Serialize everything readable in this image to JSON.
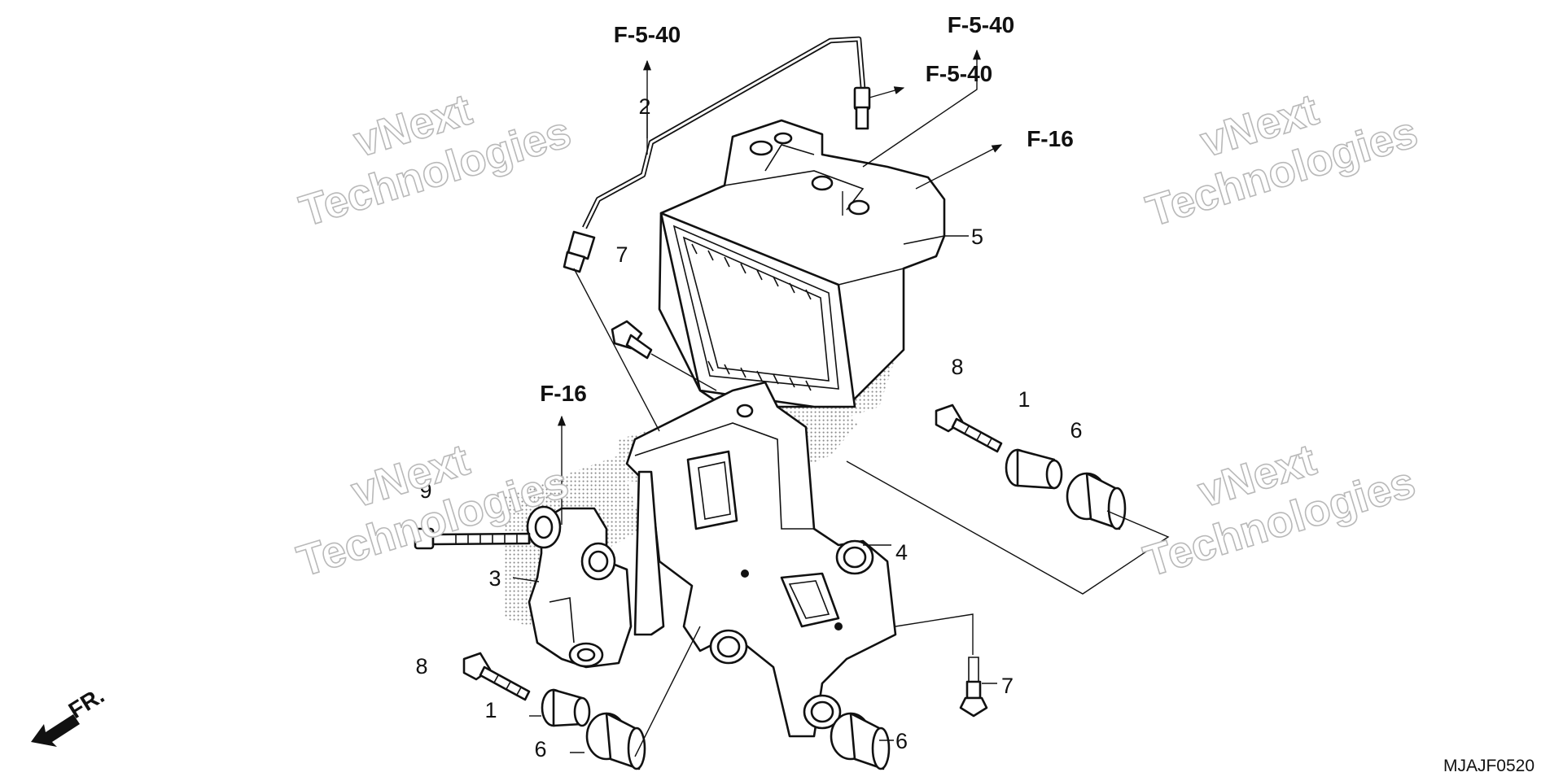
{
  "diagram": {
    "drawing_code": "MJAJF0520",
    "front_indicator": "FR.",
    "watermark": {
      "line1": "vNext",
      "line2": "Technologies"
    },
    "reference_labels": [
      "F-5-40",
      "F-5-40",
      "F-5-40",
      "F-16",
      "F-16"
    ],
    "callouts": [
      "1",
      "1",
      "2",
      "3",
      "4",
      "5",
      "6",
      "6",
      "6",
      "7",
      "7",
      "8",
      "8",
      "9"
    ]
  }
}
